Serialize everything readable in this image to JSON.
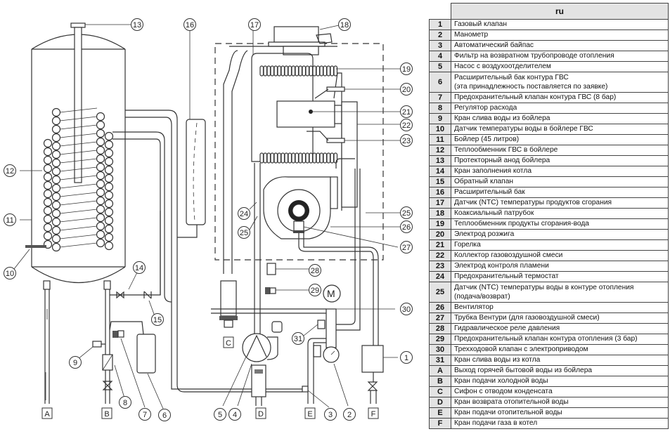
{
  "legend": {
    "language_header": "ru",
    "rows": [
      {
        "key": "1",
        "text": "Газовый клапан"
      },
      {
        "key": "2",
        "text": "Манометр"
      },
      {
        "key": "3",
        "text": "Автоматический байпас"
      },
      {
        "key": "4",
        "text": "Фильтр на возвратном трубопроводе отопления"
      },
      {
        "key": "5",
        "text": "Насос с воздухоотделителем"
      },
      {
        "key": "6",
        "text": "Расширительный бак контура ГВС",
        "text2": "(эта принадлежность поставляется по заявке)"
      },
      {
        "key": "7",
        "text": "Предохранительный клапан контура ГВС (8 бар)"
      },
      {
        "key": "8",
        "text": "Регулятор расхода"
      },
      {
        "key": "9",
        "text": "Кран слива воды из бойлера"
      },
      {
        "key": "10",
        "text": "Датчик температуры воды в бойлере ГВС"
      },
      {
        "key": "11",
        "text": "Бойлер (45 литров)"
      },
      {
        "key": "12",
        "text": "Теплообменник ГВС в бойлере"
      },
      {
        "key": "13",
        "text": "Протекторный анод бойлера"
      },
      {
        "key": "14",
        "text": "Кран заполнения котла"
      },
      {
        "key": "15",
        "text": "Обратный клапан"
      },
      {
        "key": "16",
        "text": "Расширительный бак"
      },
      {
        "key": "17",
        "text": "Датчик (NTC) температуры продуктов сгорания"
      },
      {
        "key": "18",
        "text": "Коаксиальный патрубок"
      },
      {
        "key": "19",
        "text": "Теплообменник продукты сгорания-вода"
      },
      {
        "key": "20",
        "text": "Электрод розжига"
      },
      {
        "key": "21",
        "text": "Горелка"
      },
      {
        "key": "22",
        "text": "Коллектор газовоздушной смеси"
      },
      {
        "key": "23",
        "text": "Электрод контроля пламени"
      },
      {
        "key": "24",
        "text": "Предохранительный термостат"
      },
      {
        "key": "25",
        "text": "Датчик (NTC) температуры воды в контуре отопления",
        "text2": "(подача/возврат)"
      },
      {
        "key": "26",
        "text": "Вентилятор"
      },
      {
        "key": "27",
        "text": "Трубка Вентури (для газовоздушной смеси)"
      },
      {
        "key": "28",
        "text": "Гидравлическое реле давления"
      },
      {
        "key": "29",
        "text": "Предохранительный клапан контура отопления (3 бар)"
      },
      {
        "key": "30",
        "text": "Трехходовой клапан с электроприводом"
      },
      {
        "key": "31",
        "text": "Кран слива воды из котла"
      },
      {
        "key": "A",
        "text": "Выход горячей бытовой воды из бойлера"
      },
      {
        "key": "B",
        "text": "Кран подачи холодной воды"
      },
      {
        "key": "C",
        "text": "Сифон с отводом конденсата"
      },
      {
        "key": "D",
        "text": "Кран возврата отопительной воды"
      },
      {
        "key": "E",
        "text": "Кран подачи отопительной воды"
      },
      {
        "key": "F",
        "text": "Кран подачи газа в котел"
      }
    ]
  },
  "diagram": {
    "motor_label": "M",
    "callouts": [
      "1",
      "2",
      "3",
      "4",
      "5",
      "6",
      "7",
      "8",
      "9",
      "10",
      "11",
      "12",
      "13",
      "14",
      "15",
      "16",
      "17",
      "18",
      "19",
      "20",
      "21",
      "22",
      "23",
      "24",
      "25",
      "25",
      "26",
      "27",
      "28",
      "29",
      "30",
      "31"
    ],
    "connections": [
      "A",
      "B",
      "C",
      "D",
      "E",
      "F"
    ]
  }
}
